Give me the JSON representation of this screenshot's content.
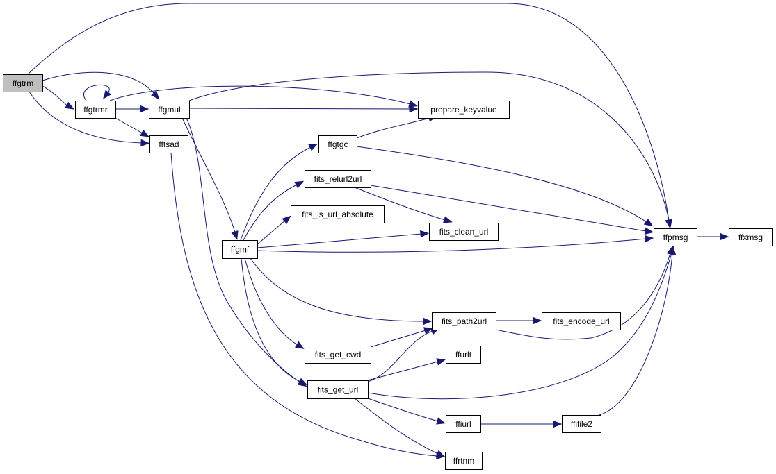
{
  "graph": {
    "edge_color": "#191970",
    "root_fill": "#bfbfbf",
    "nodes": [
      {
        "id": "ffgtrm",
        "label": "ffgtrm",
        "root": true
      },
      {
        "id": "ffgtrmr",
        "label": "ffgtrmr"
      },
      {
        "id": "ffgmul",
        "label": "ffgmul"
      },
      {
        "id": "fftsad",
        "label": "fftsad"
      },
      {
        "id": "prepare_keyvalue",
        "label": "prepare_keyvalue"
      },
      {
        "id": "ffgtgc",
        "label": "ffgtgc"
      },
      {
        "id": "fits_relurl2url",
        "label": "fits_relurl2url"
      },
      {
        "id": "fits_is_url_absolute",
        "label": "fits_is_url_absolute"
      },
      {
        "id": "ffgmf",
        "label": "ffgmf"
      },
      {
        "id": "fits_clean_url",
        "label": "fits_clean_url"
      },
      {
        "id": "ffpmsg",
        "label": "ffpmsg"
      },
      {
        "id": "ffxmsg",
        "label": "ffxmsg"
      },
      {
        "id": "fits_path2url",
        "label": "fits_path2url"
      },
      {
        "id": "fits_encode_url",
        "label": "fits_encode_url"
      },
      {
        "id": "fits_get_cwd",
        "label": "fits_get_cwd"
      },
      {
        "id": "ffurlt",
        "label": "ffurlt"
      },
      {
        "id": "fits_get_url",
        "label": "fits_get_url"
      },
      {
        "id": "ffiurl",
        "label": "ffiurl"
      },
      {
        "id": "ffifile2",
        "label": "ffifile2"
      },
      {
        "id": "ffrtnm",
        "label": "ffrtnm"
      }
    ],
    "edges": [
      {
        "from": "ffgtrm",
        "to": "ffpmsg"
      },
      {
        "from": "ffgtrm",
        "to": "ffgmul"
      },
      {
        "from": "ffgtrm",
        "to": "ffgtrmr"
      },
      {
        "from": "ffgtrm",
        "to": "fftsad"
      },
      {
        "from": "ffgtrmr",
        "to": "ffgtrmr"
      },
      {
        "from": "ffgtrmr",
        "to": "prepare_keyvalue"
      },
      {
        "from": "ffgtrmr",
        "to": "ffgmul"
      },
      {
        "from": "ffgtrmr",
        "to": "fftsad"
      },
      {
        "from": "ffgmul",
        "to": "ffpmsg"
      },
      {
        "from": "ffgmul",
        "to": "prepare_keyvalue"
      },
      {
        "from": "ffgmul",
        "to": "ffgmf"
      },
      {
        "from": "ffgmul",
        "to": "fits_get_url"
      },
      {
        "from": "fftsad",
        "to": "ffrtnm"
      },
      {
        "from": "ffgtgc",
        "to": "prepare_keyvalue"
      },
      {
        "from": "ffgtgc",
        "to": "ffpmsg"
      },
      {
        "from": "fits_relurl2url",
        "to": "fits_clean_url"
      },
      {
        "from": "fits_relurl2url",
        "to": "ffpmsg"
      },
      {
        "from": "ffgmf",
        "to": "ffgtgc"
      },
      {
        "from": "ffgmf",
        "to": "fits_relurl2url"
      },
      {
        "from": "ffgmf",
        "to": "fits_is_url_absolute"
      },
      {
        "from": "ffgmf",
        "to": "fits_clean_url"
      },
      {
        "from": "ffgmf",
        "to": "ffpmsg"
      },
      {
        "from": "ffgmf",
        "to": "fits_path2url"
      },
      {
        "from": "ffgmf",
        "to": "fits_get_cwd"
      },
      {
        "from": "ffgmf",
        "to": "fits_get_url"
      },
      {
        "from": "ffpmsg",
        "to": "ffxmsg"
      },
      {
        "from": "fits_path2url",
        "to": "fits_encode_url"
      },
      {
        "from": "fits_path2url",
        "to": "ffpmsg"
      },
      {
        "from": "fits_get_cwd",
        "to": "fits_path2url"
      },
      {
        "from": "fits_get_url",
        "to": "fits_path2url"
      },
      {
        "from": "fits_get_url",
        "to": "ffurlt"
      },
      {
        "from": "fits_get_url",
        "to": "ffpmsg"
      },
      {
        "from": "fits_get_url",
        "to": "ffiurl"
      },
      {
        "from": "fits_get_url",
        "to": "ffrtnm"
      },
      {
        "from": "ffiurl",
        "to": "ffifile2"
      },
      {
        "from": "ffifile2",
        "to": "ffpmsg"
      }
    ]
  }
}
